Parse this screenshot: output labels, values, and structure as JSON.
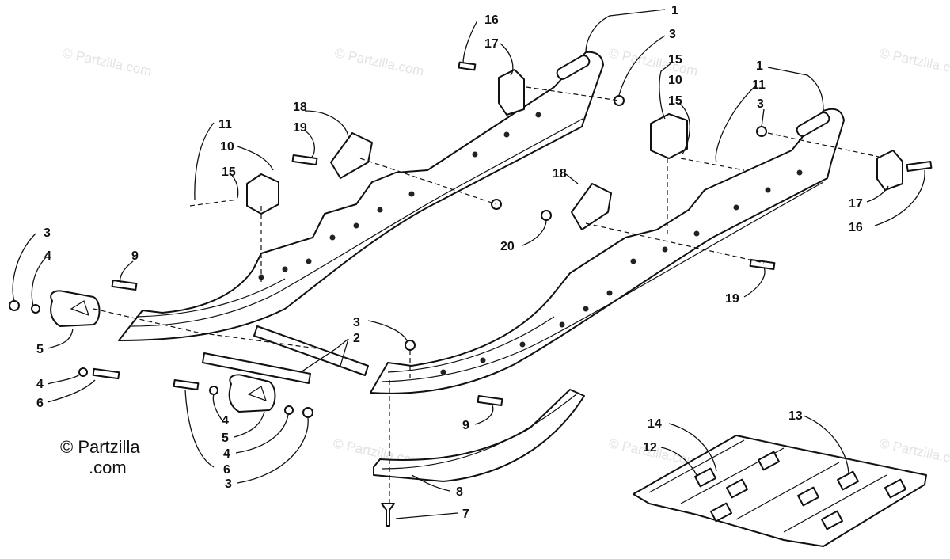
{
  "watermarks": [
    "© Partzilla.com",
    "© Partzilla.com",
    "© Partzilla.com",
    "© Partzilla.com",
    "© Partzilla.com",
    "© Partzilla.com",
    "© Partzilla.com",
    "© Partzilla.com"
  ],
  "copyright": {
    "line1": "© Partzilla",
    "line2": ".com"
  },
  "callouts": [
    "1",
    "3",
    "16",
    "17",
    "15",
    "10",
    "15",
    "1",
    "11",
    "3",
    "18",
    "19",
    "11",
    "10",
    "15",
    "18",
    "17",
    "16",
    "20",
    "19",
    "9",
    "3",
    "4",
    "5",
    "3",
    "2",
    "4",
    "6",
    "9",
    "4",
    "5",
    "4",
    "6",
    "3",
    "8",
    "7",
    "14",
    "12",
    "13"
  ]
}
